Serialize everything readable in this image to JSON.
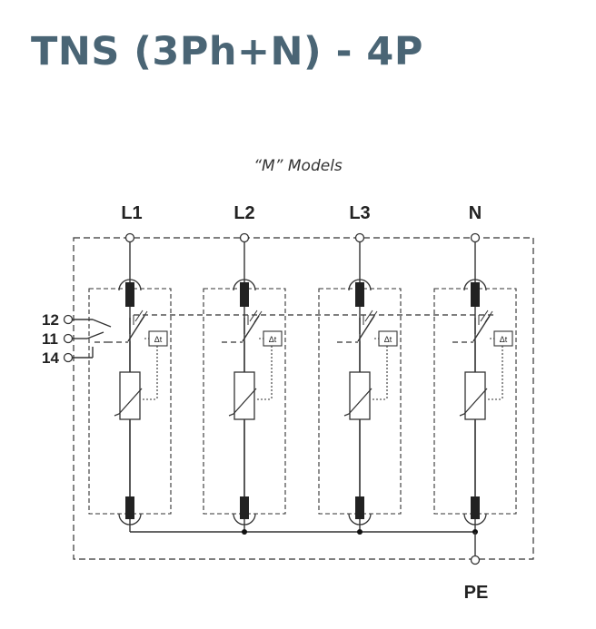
{
  "title": "TNS (3Ph+N) - 4P",
  "subtitle": "“M” Models",
  "poles": [
    {
      "label": "L1"
    },
    {
      "label": "L2"
    },
    {
      "label": "L3"
    },
    {
      "label": "N"
    }
  ],
  "earth_label": "PE",
  "remote_contacts": [
    "12",
    "11",
    "14"
  ],
  "timer_symbol": "Δt",
  "colors": {
    "title": "#4a6575",
    "line": "#333333"
  }
}
